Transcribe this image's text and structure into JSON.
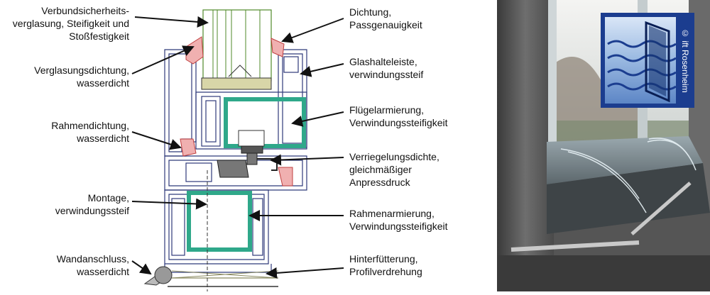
{
  "left_labels": [
    {
      "id": "verbund",
      "lines": [
        "Verbundsicherheits-",
        "verglasung, Steifigkeit und",
        "Stoßfestigkeit"
      ]
    },
    {
      "id": "verglasungsdichtung",
      "lines": [
        "Verglasungsdichtung,",
        "wasserdicht"
      ]
    },
    {
      "id": "rahmendichtung",
      "lines": [
        "Rahmendichtung,",
        "wasserdicht"
      ]
    },
    {
      "id": "montage",
      "lines": [
        "Montage,",
        "verwindungssteif"
      ]
    },
    {
      "id": "wandanschluss",
      "lines": [
        "Wandanschluss,",
        "wasserdicht"
      ]
    }
  ],
  "right_labels": [
    {
      "id": "dichtung",
      "lines": [
        "Dichtung,",
        "Passgenauigkeit"
      ]
    },
    {
      "id": "glashalteleiste",
      "lines": [
        "Glashalteleiste,",
        "verwindungssteif"
      ]
    },
    {
      "id": "fluegelarmierung",
      "lines": [
        "Flügelarmierung,",
        "Verwindungssteifigkeit"
      ]
    },
    {
      "id": "verriegelung",
      "lines": [
        "Verriegelungsdichte,",
        "gleichmäßiger",
        "Anpressdruck"
      ]
    },
    {
      "id": "rahmenarmierung",
      "lines": [
        "Rahmenarmierung,",
        "Verwindungssteifigkeit"
      ]
    },
    {
      "id": "hinterfuetterung",
      "lines": [
        "Hinterfütterung,",
        "Profilverdrehung"
      ]
    }
  ],
  "logo": {
    "text": "© ift Rosenheim"
  },
  "colors": {
    "profile_outline": "#2f3a7a",
    "reinforcement": "#2fa88a",
    "glazing": "#4f8a2a",
    "glazing_bead": "#d8d6a8",
    "gasket": "#d96a6a",
    "hardware": "#555555",
    "logo_bg": "#1b3d8f"
  }
}
